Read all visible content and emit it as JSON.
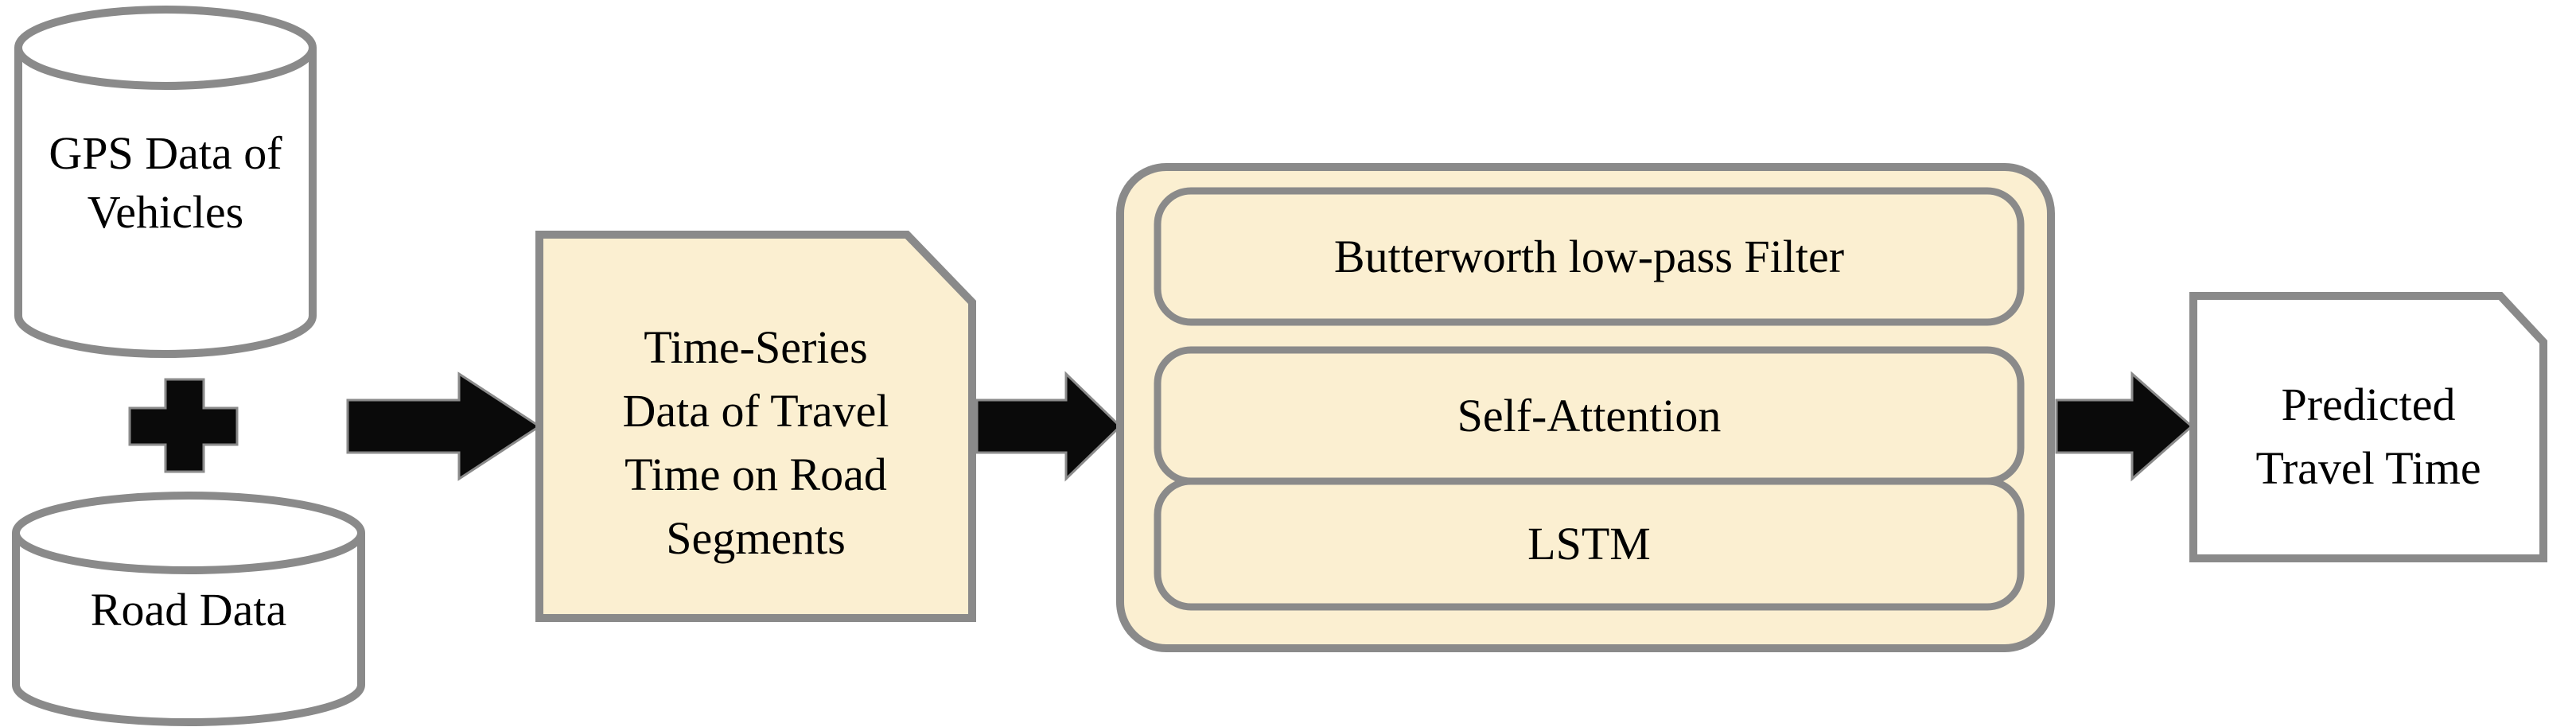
{
  "figure": {
    "colors": {
      "note_fill": "#FBEFD1",
      "border_gray": "#8A8A8A",
      "arrow_black": "#0A0A0A",
      "white_fill": "#FFFFFF",
      "text_color": "#000000"
    },
    "sources": {
      "gps": {
        "lines": [
          "GPS Data of",
          "Vehicles"
        ]
      },
      "road": {
        "lines": [
          "Road Data"
        ]
      }
    },
    "combiner": "plus",
    "timeseries_note": {
      "lines": [
        "Time-Series",
        "Data of Travel",
        "Time on Road",
        "Segments"
      ]
    },
    "model": {
      "components": [
        {
          "label": "Butterworth low-pass Filter"
        },
        {
          "label": "Self-Attention"
        },
        {
          "label": "LSTM"
        }
      ]
    },
    "output_note": {
      "lines": [
        "Predicted",
        "Travel Time"
      ]
    }
  }
}
